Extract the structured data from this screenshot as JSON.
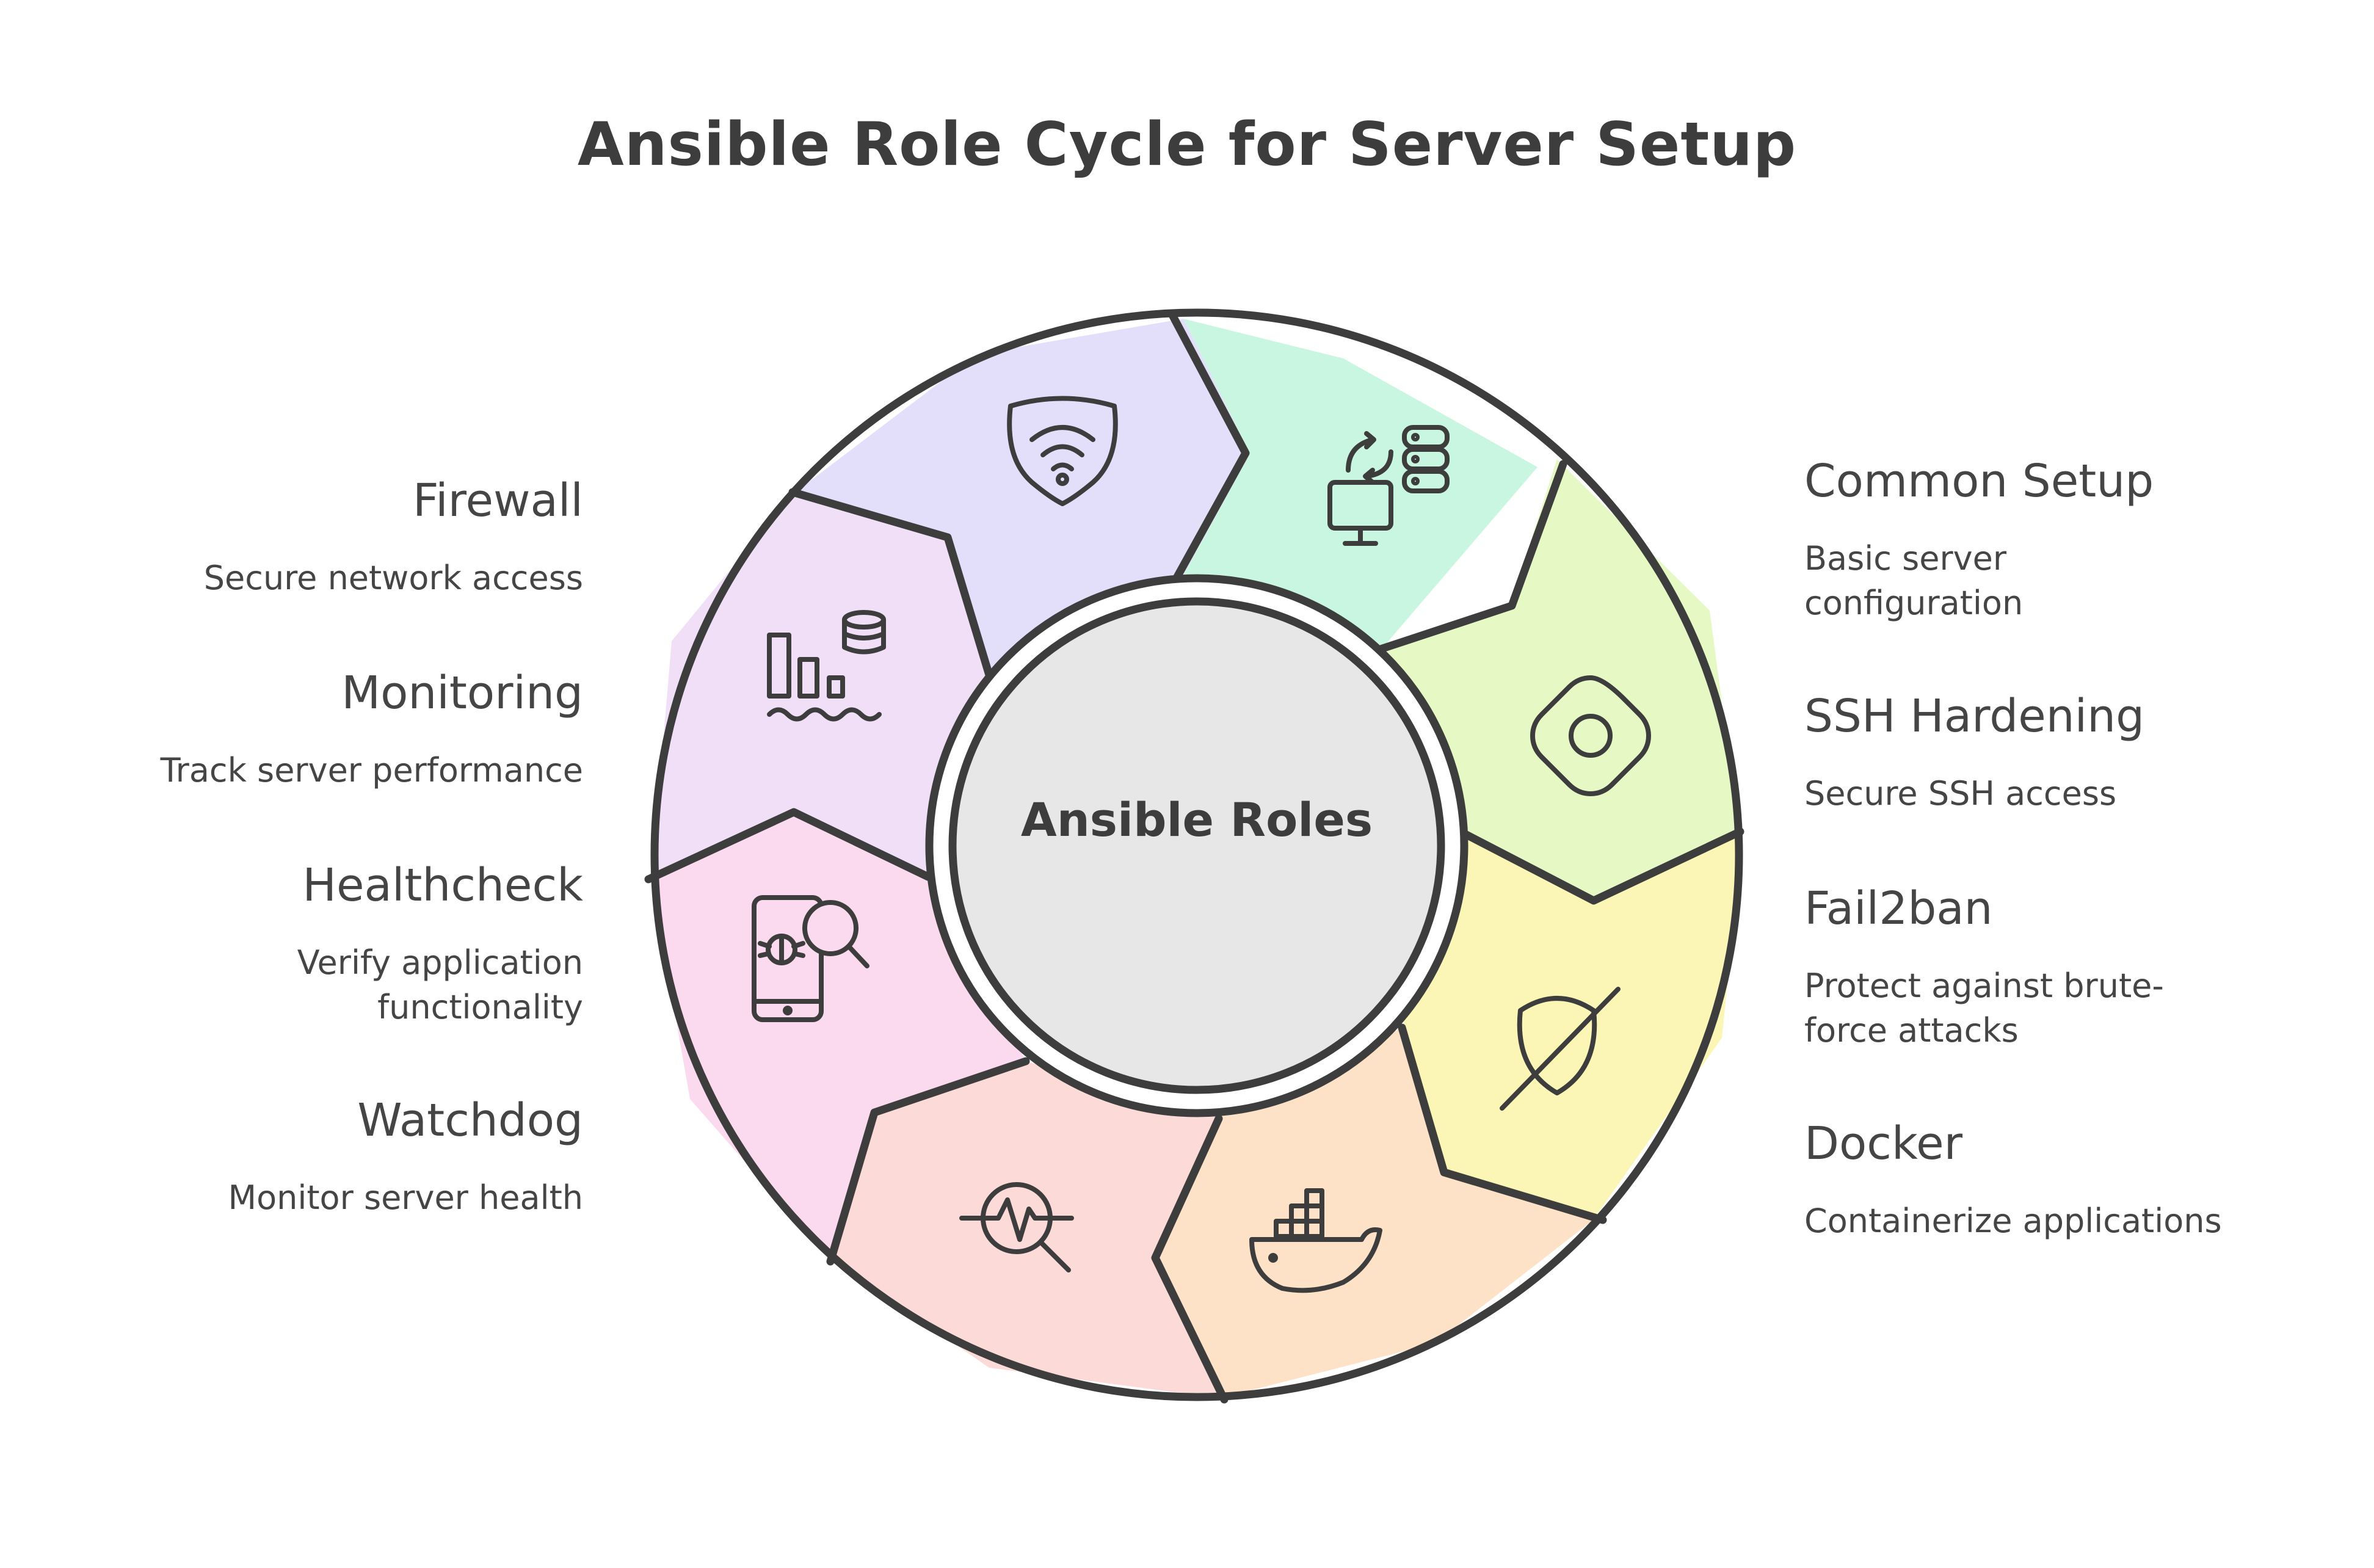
{
  "title": "Ansible Role Cycle for Server Setup",
  "hub": {
    "label": "Ansible Roles"
  },
  "stroke_color": "#3d3d3d",
  "hub_fill": "#e7e7e7",
  "roles": [
    {
      "title": "Common Setup",
      "description": "Basic server\nconfiguration",
      "icon": "server-transfer-icon",
      "color": "#c9f6e0"
    },
    {
      "title": "SSH Hardening",
      "description": "Secure SSH access",
      "icon": "ring-target-icon",
      "color": "#e6f9c4"
    },
    {
      "title": "Fail2ban",
      "description": "Protect against brute-\nforce attacks",
      "icon": "shield-off-icon",
      "color": "#fbf5b6"
    },
    {
      "title": "Docker",
      "description": "Containerize applications",
      "icon": "docker-whale-icon",
      "color": "#fde2c8"
    },
    {
      "title": "Watchdog",
      "description": "Monitor server health",
      "icon": "pulse-magnifier-icon",
      "color": "#fcdad8"
    },
    {
      "title": "Healthcheck",
      "description": "Verify application \nfunctionality",
      "icon": "mobile-bug-search-icon",
      "color": "#fbd9ee"
    },
    {
      "title": "Monitoring",
      "description": "Track server performance",
      "icon": "bar-chart-database-icon",
      "color": "#f1dff8"
    },
    {
      "title": "Firewall",
      "description": "Secure network access",
      "icon": "wifi-shield-icon",
      "color": "#e3dffb"
    }
  ]
}
